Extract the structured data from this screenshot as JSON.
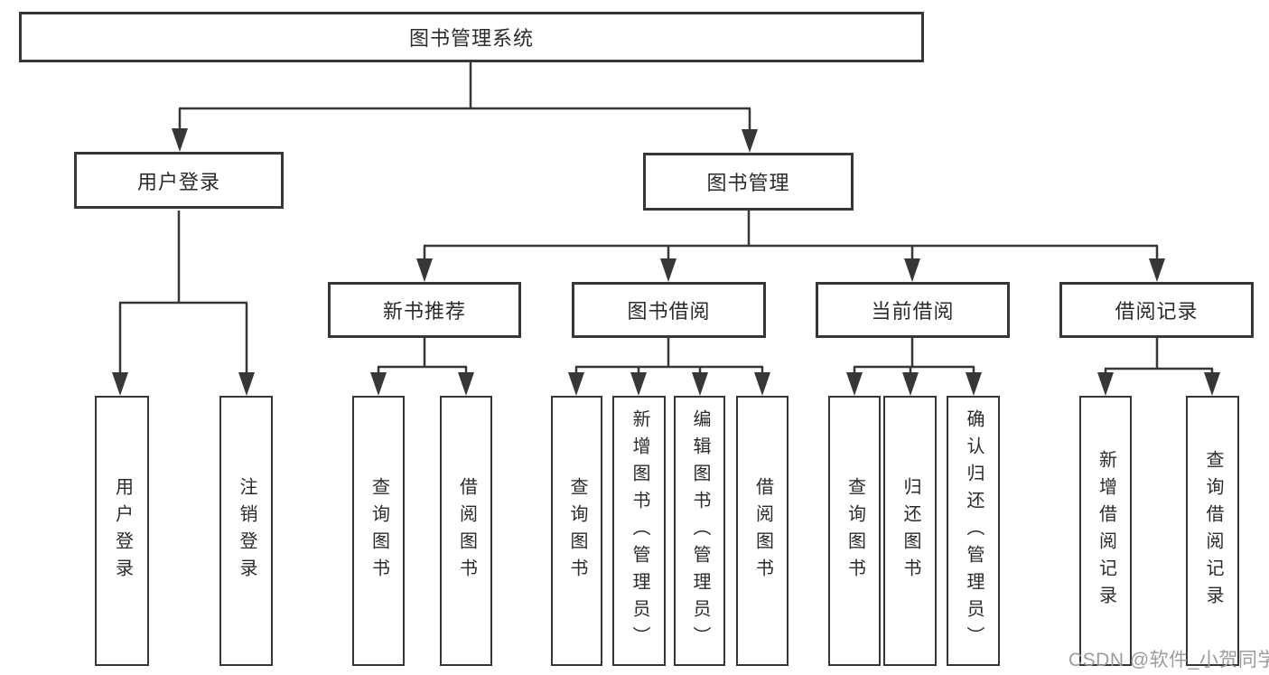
{
  "background": "#ffffff",
  "line_color": "#373737",
  "text_color": "#2b2b2b",
  "watermark": {
    "text": "CSDN @软件_小贺同学",
    "color": "#9c9c9c"
  },
  "diagram": {
    "type": "hierarchy-tree",
    "root": {
      "label": "图书管理系统",
      "children": [
        {
          "label": "用户登录",
          "children": [
            {
              "label": "用户登录"
            },
            {
              "label": "注销登录"
            }
          ]
        },
        {
          "label": "图书管理",
          "children": [
            {
              "label": "新书推荐",
              "children": [
                {
                  "label": "查询图书"
                },
                {
                  "label": "借阅图书"
                }
              ]
            },
            {
              "label": "图书借阅",
              "children": [
                {
                  "label": "查询图书"
                },
                {
                  "label": "新增图书（管理员）"
                },
                {
                  "label": "编辑图书（管理员）"
                },
                {
                  "label": "借阅图书"
                }
              ]
            },
            {
              "label": "当前借阅",
              "children": [
                {
                  "label": "查询图书"
                },
                {
                  "label": "归还图书"
                },
                {
                  "label": "确认归还（管理员）"
                }
              ]
            },
            {
              "label": "借阅记录",
              "children": [
                {
                  "label": "新增借阅记录"
                },
                {
                  "label": "查询借阅记录"
                }
              ]
            }
          ]
        }
      ]
    }
  }
}
